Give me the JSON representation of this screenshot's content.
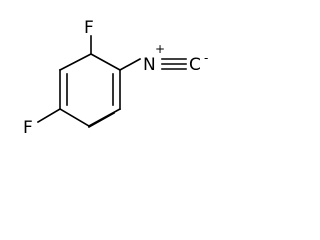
{
  "molecule": {
    "atoms": {
      "fluorine_top": "F",
      "fluorine_left": "F",
      "nitrogen": "N",
      "carbon_terminal": "C"
    },
    "charges": {
      "nitrogen": "+",
      "carbon_terminal": "-"
    }
  }
}
